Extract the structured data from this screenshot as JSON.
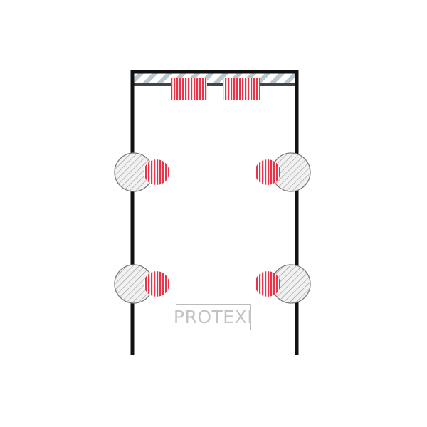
{
  "logo": {
    "text": "PROTEXI"
  },
  "colors": {
    "frame": "#111111",
    "accent_red": "#e8344a",
    "hatch_gray": "#9a9a9a",
    "rail_blue_gray": "#bcc6ce",
    "logo_gray": "#c4c4c4"
  },
  "components": {
    "frame": "door-frame-outline",
    "top_rail": "hatched-header-rail",
    "top_emitters": 2,
    "side_sensors_per_side": 2
  }
}
